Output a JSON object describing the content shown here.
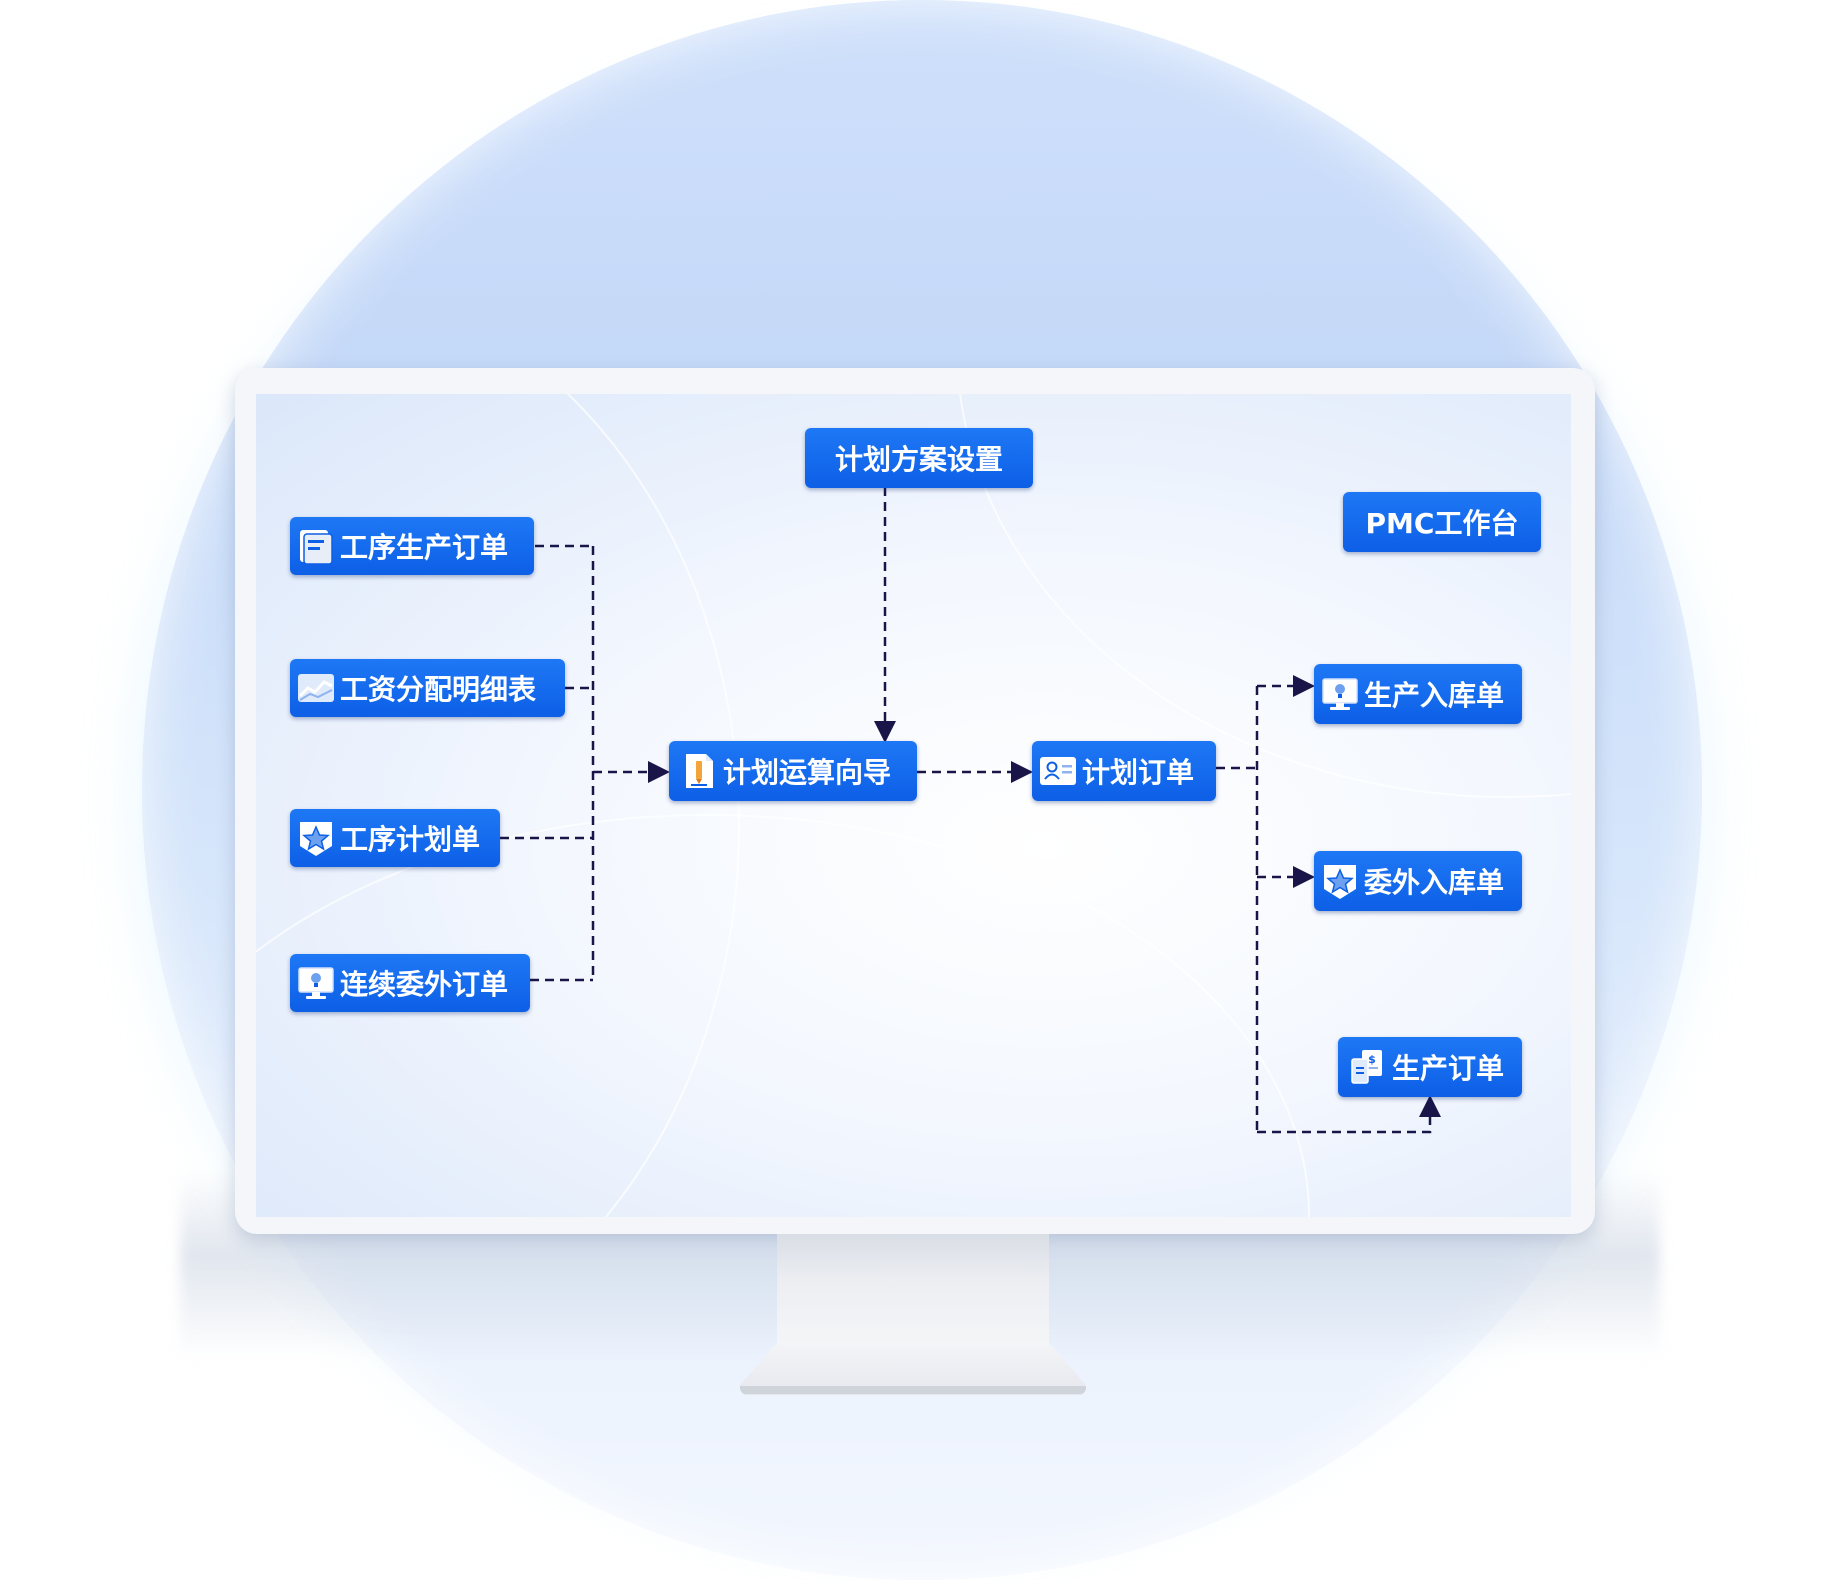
{
  "diagram": {
    "nodes": {
      "plan_scheme_setup": {
        "label": "计划方案设置"
      },
      "pmc_workbench": {
        "label": "PMC工作台"
      },
      "process_production_order": {
        "label": "工序生产订单",
        "icon": "document-icon"
      },
      "wage_distribution_detail": {
        "label": "工资分配明细表",
        "icon": "trend-chart-icon"
      },
      "process_plan": {
        "label": "工序计划单",
        "icon": "star-badge-icon"
      },
      "continuous_outsource_order": {
        "label": "连续委外订单",
        "icon": "monitor-bulb-icon"
      },
      "plan_calculation_wizard": {
        "label": "计划运算向导",
        "icon": "edit-document-icon"
      },
      "plan_order": {
        "label": "计划订单",
        "icon": "contact-card-icon"
      },
      "production_warehousing": {
        "label": "生产入库单",
        "icon": "monitor-bulb-icon"
      },
      "outsource_warehousing": {
        "label": "委外入库单",
        "icon": "star-badge-icon"
      },
      "production_order": {
        "label": "生产订单",
        "icon": "money-documents-icon"
      }
    },
    "edges": [
      {
        "from": "process_production_order",
        "to": "plan_calculation_wizard"
      },
      {
        "from": "wage_distribution_detail",
        "to": "plan_calculation_wizard"
      },
      {
        "from": "process_plan",
        "to": "plan_calculation_wizard"
      },
      {
        "from": "continuous_outsource_order",
        "to": "plan_calculation_wizard"
      },
      {
        "from": "plan_scheme_setup",
        "to": "plan_calculation_wizard"
      },
      {
        "from": "plan_calculation_wizard",
        "to": "plan_order"
      },
      {
        "from": "plan_order",
        "to": "production_warehousing"
      },
      {
        "from": "plan_order",
        "to": "outsource_warehousing"
      },
      {
        "from": "plan_order",
        "to": "production_order"
      }
    ],
    "colors": {
      "node_fill": "#0d5fe6",
      "node_text": "#ffffff",
      "connector": "#1a1548",
      "circle_background": "#c9dcf8"
    }
  }
}
